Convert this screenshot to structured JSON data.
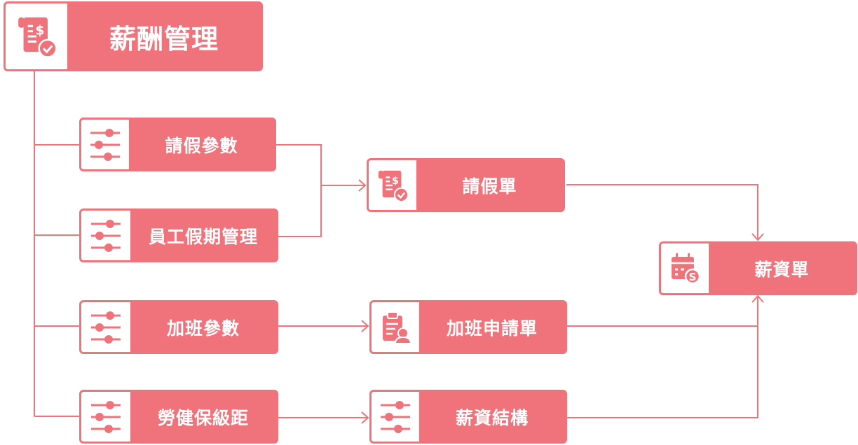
{
  "accent": "#f0727b",
  "root": {
    "label": "薪酬管理",
    "icon": "receipt-check-icon"
  },
  "params": [
    {
      "label": "請假參數",
      "icon": "sliders-icon"
    },
    {
      "label": "員工假期管理",
      "icon": "sliders-icon"
    },
    {
      "label": "加班參數",
      "icon": "sliders-icon"
    },
    {
      "label": "勞健保級距",
      "icon": "sliders-icon"
    }
  ],
  "forms": [
    {
      "label": "請假單",
      "icon": "receipt-check-icon"
    },
    {
      "label": "加班申請單",
      "icon": "clipboard-user-icon"
    },
    {
      "label": "薪資結構",
      "icon": "sliders-icon"
    }
  ],
  "output": {
    "label": "薪資單",
    "icon": "calendar-dollar-icon"
  }
}
